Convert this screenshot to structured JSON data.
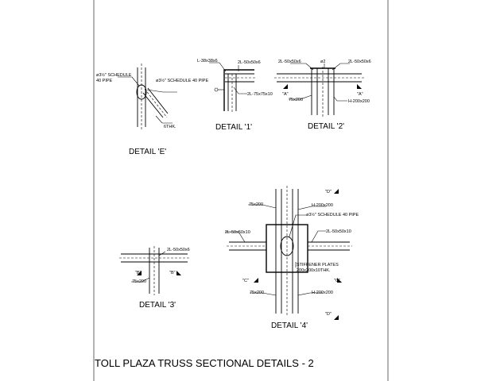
{
  "title": "TOLL PLAZA TRUSS SECTIONAL DETAILS - 2",
  "detail_e": {
    "title": "DETAIL 'E'",
    "label_schedule_1a": "ø3½\" SCHEDULE",
    "label_schedule_1b": "40 PIPE",
    "label_schedule_2": "ø3½\" SCHEDULE 40 PIPE",
    "label_thk": "6THK."
  },
  "detail_1": {
    "title": "DETAIL '1'",
    "label_l38": "L-38x38x6",
    "label_2l50": "2L-50x50x6",
    "label_2l75": "2L-75x75x10"
  },
  "detail_2": {
    "title": "DETAIL '2'",
    "label_2l50_left": "2L-50x50x6",
    "label_ang": "ø2",
    "label_2l50_right": "2L-50x50x6",
    "label_a_left": "\"A\"",
    "label_a_right": "\"A\"",
    "label_75": "75x200",
    "label_h200": "H-200x200"
  },
  "detail_3": {
    "title": "DETAIL '3'",
    "label_2l50": "2L-50x50x6",
    "label_b_left": "\"B\"",
    "label_b_right": "\"B\"",
    "label_75": "75x200"
  },
  "detail_4": {
    "title": "DETAIL '4'",
    "label_d_top": "\"D\"",
    "label_d_bottom": "\"D\"",
    "label_c_left": "\"C\"",
    "label_c_right": "\"C\"",
    "label_75_top": "75x200",
    "label_h200_top": "H-200x200",
    "label_pipe": "ø3½\" SCHEDULE 40 PIPE",
    "label_2l_left": "2L-50x50x10",
    "label_2l_right": "2L-50x50x10",
    "label_stiff_a": "STIFFENER PLATES",
    "label_stiff_b": "200x200x10THK.",
    "label_75_bottom": "75x200",
    "label_h200_bottom": "H-200x200"
  }
}
